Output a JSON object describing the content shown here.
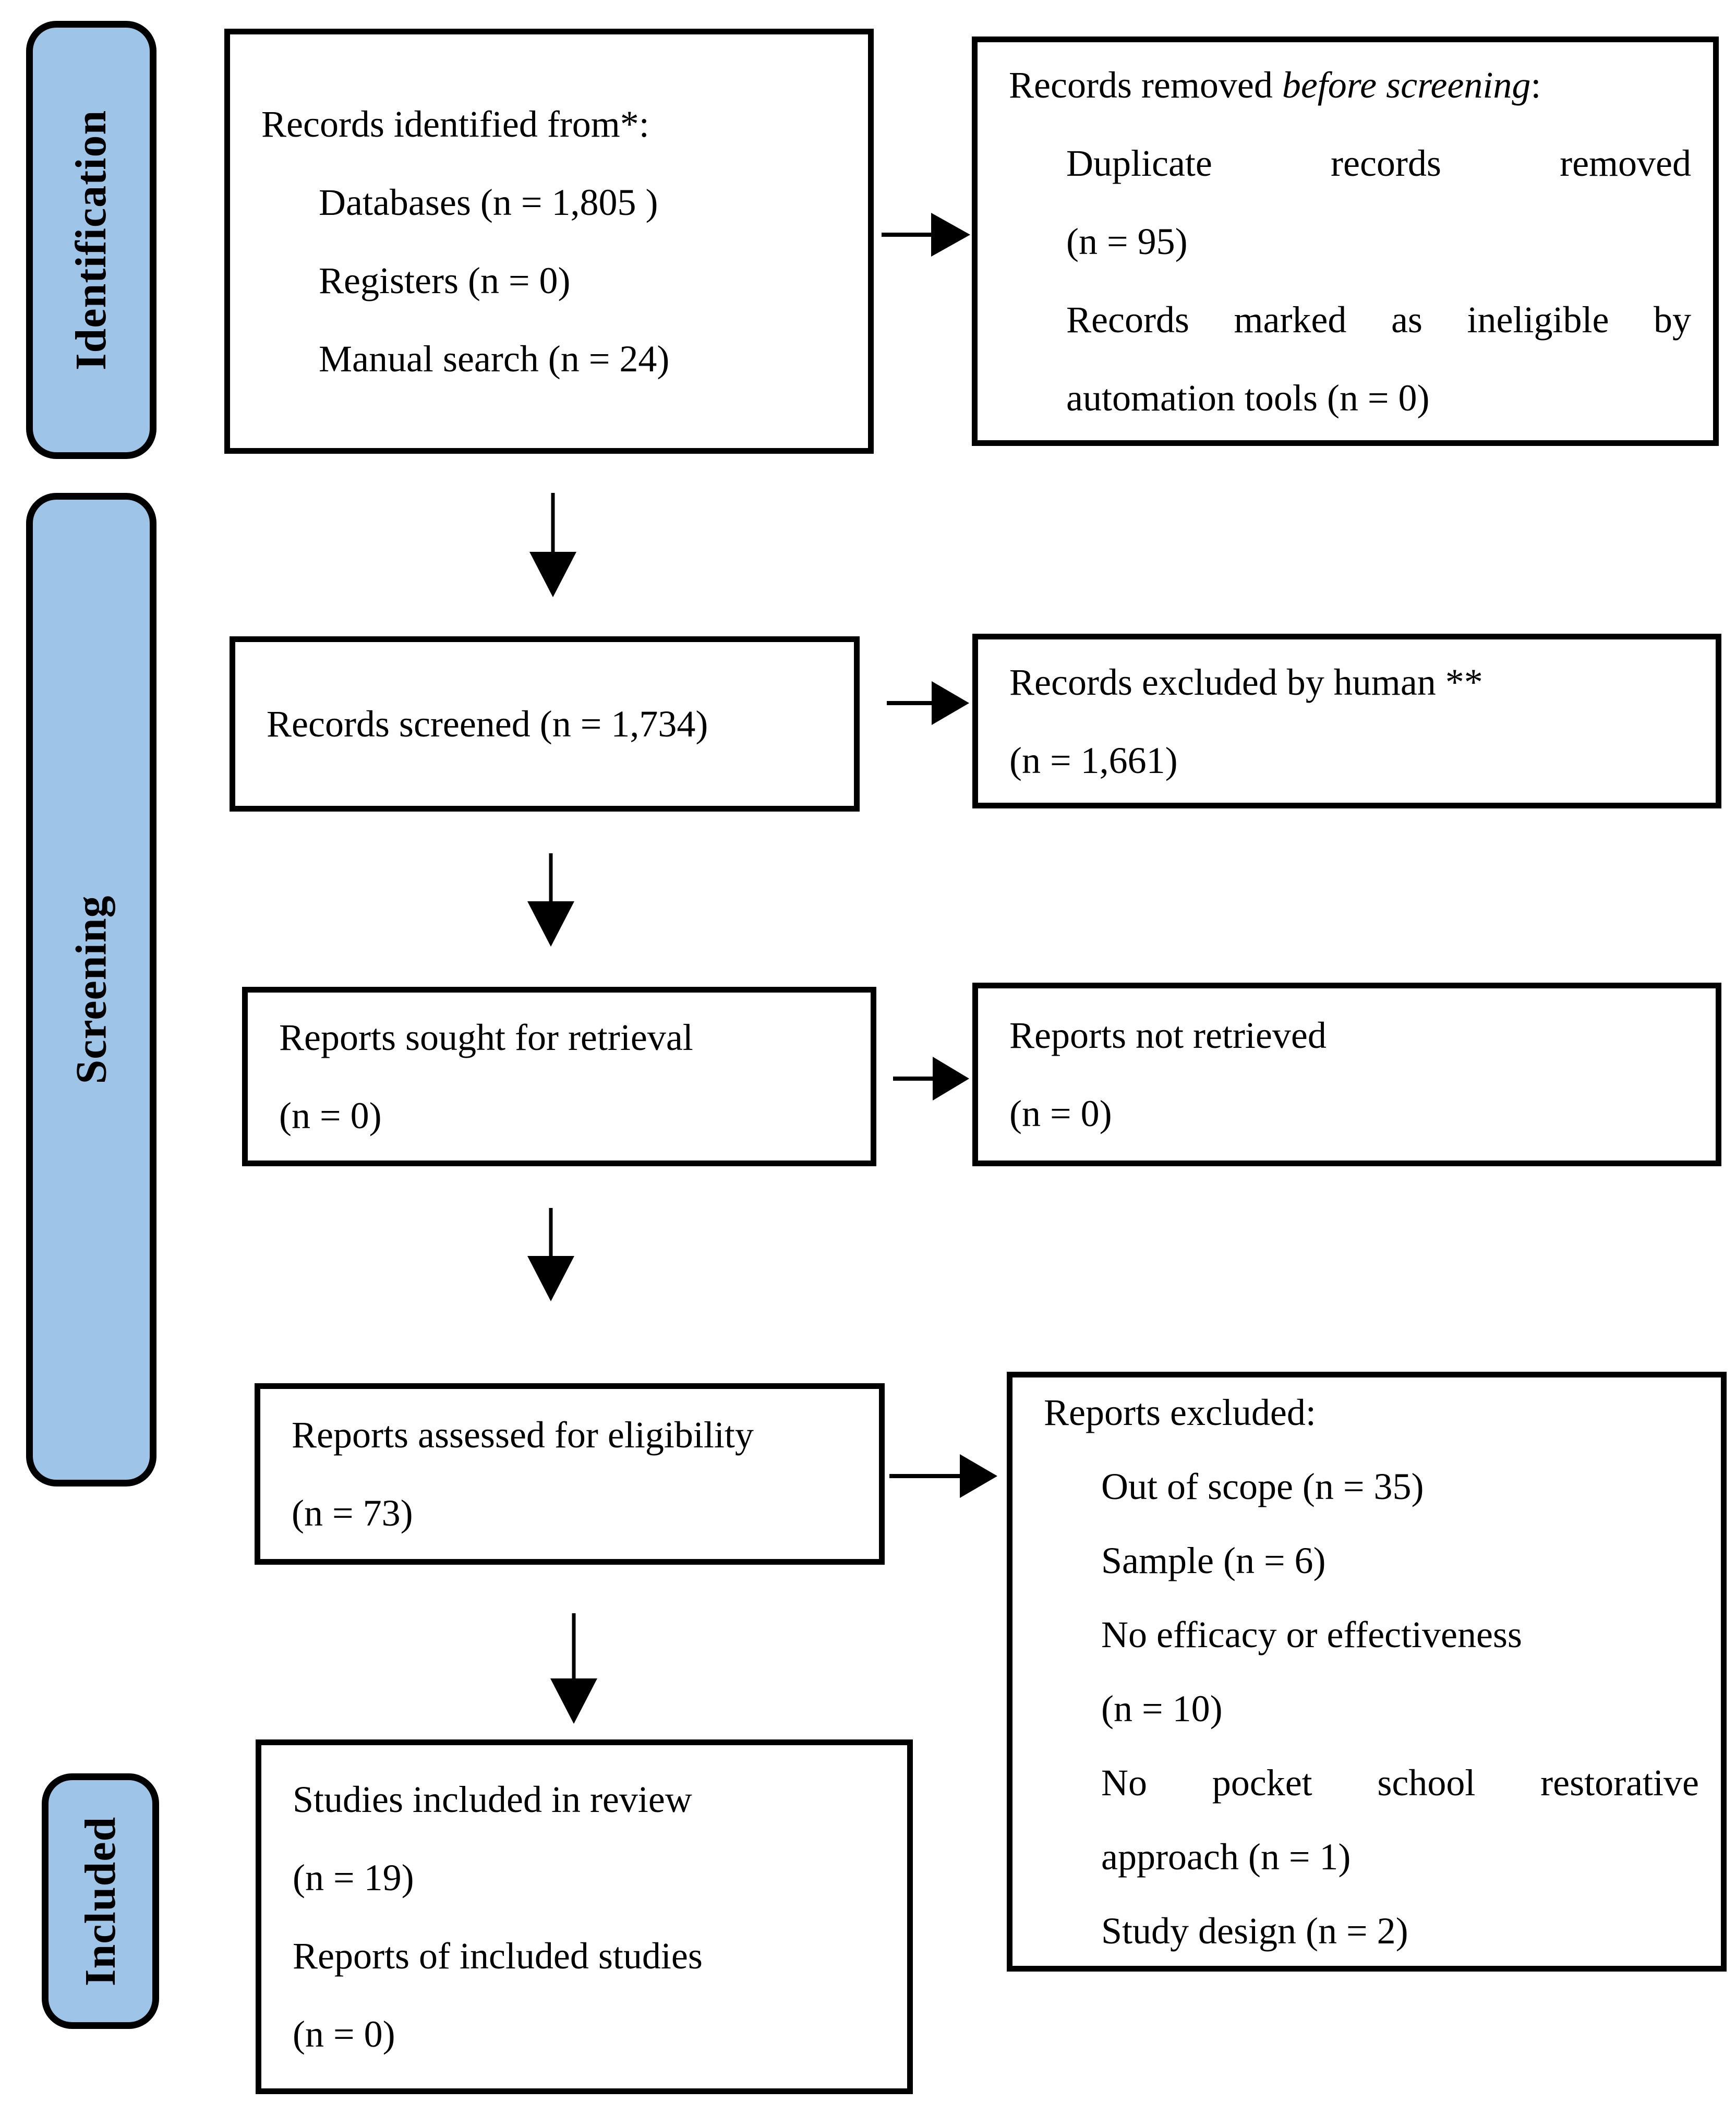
{
  "diagram_title": "PRISMA flow diagram",
  "accent_color": "#9EC4E8",
  "line_color": "#000000",
  "sidebar": {
    "identification": "Identification",
    "screening": "Screening",
    "included": "Included"
  },
  "boxes": {
    "records_identified": {
      "lines": [
        {
          "text": "Records identified from*:"
        },
        {
          "text": "Databases (n = 1,805 )",
          "indent": true
        },
        {
          "text": "Registers (n = 0)",
          "indent": true
        },
        {
          "text": "Manual search (n = 24)",
          "indent": true
        }
      ]
    },
    "records_removed": {
      "lines": [
        {
          "segments": [
            {
              "text": "Records removed "
            },
            {
              "text": "before screening",
              "italic": true
            },
            {
              "text": ":"
            }
          ]
        },
        {
          "text": "Duplicate records removed",
          "indent": true,
          "justify": true
        },
        {
          "text": "(n = 95)",
          "indent": true
        },
        {
          "text": "Records marked as ineligible by",
          "indent": true,
          "justify": true
        },
        {
          "text": "automation tools (n = 0)",
          "indent": true
        }
      ]
    },
    "records_screened": {
      "lines": [
        {
          "text": "Records screened (n = 1,734)"
        }
      ]
    },
    "records_excluded": {
      "lines": [
        {
          "text": "Records excluded by human **"
        },
        {
          "text": "(n = 1,661)"
        }
      ]
    },
    "reports_sought": {
      "lines": [
        {
          "text": "Reports sought for retrieval"
        },
        {
          "text": "(n = 0)"
        }
      ]
    },
    "reports_not_retrieved": {
      "lines": [
        {
          "text": "Reports not retrieved"
        },
        {
          "text": "(n = 0)"
        }
      ]
    },
    "reports_assessed": {
      "lines": [
        {
          "text": "Reports assessed for eligibility"
        },
        {
          "text": "(n = 73)"
        }
      ]
    },
    "reports_excluded": {
      "lines": [
        {
          "text": "Reports excluded:"
        },
        {
          "text": "Out of scope (n = 35)",
          "indent": true
        },
        {
          "text": "Sample (n = 6)",
          "indent": true
        },
        {
          "text": "No efficacy or effectiveness",
          "indent": true
        },
        {
          "text": "(n = 10)",
          "indent": true
        },
        {
          "text": "No pocket school restorative",
          "indent": true,
          "justify": true
        },
        {
          "text": "approach (n = 1)",
          "indent": true
        },
        {
          "text": "Study design (n = 2)",
          "indent": true
        }
      ]
    },
    "studies_included": {
      "lines": [
        {
          "text": "Studies included in review"
        },
        {
          "text": "(n = 19)"
        },
        {
          "text": "Reports of included studies"
        },
        {
          "text": "(n = 0)"
        }
      ]
    }
  }
}
